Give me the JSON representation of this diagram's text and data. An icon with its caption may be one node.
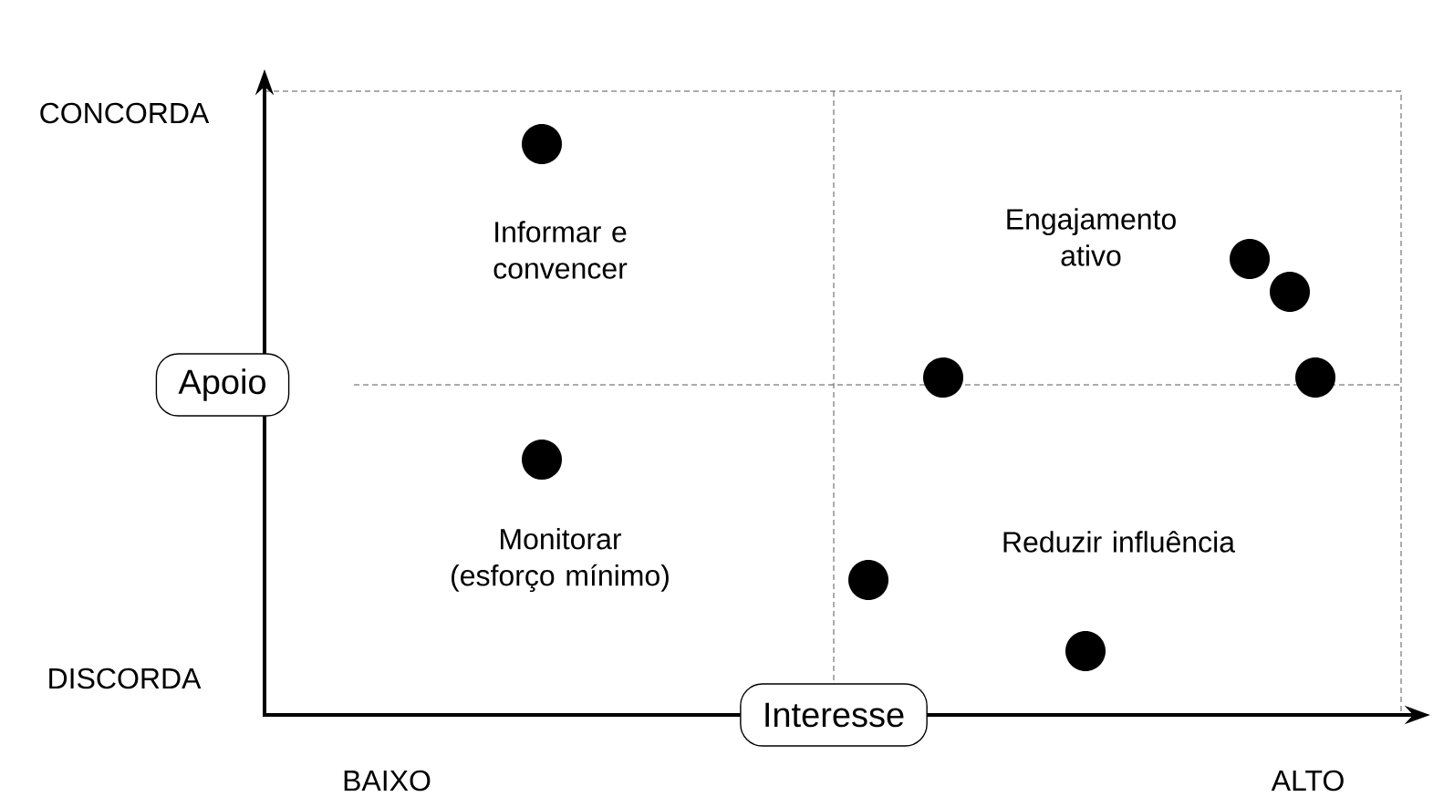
{
  "diagram": {
    "nodes": [
      {
        "text": [
          "Apoio"
        ]
      },
      {
        "text": [
          "Interesse"
        ]
      }
    ],
    "labels": [
      "CONCORDA",
      "Informar e convencer",
      "Engajamento ativo",
      "Monitorar (esforço mínimo)",
      "Reduzir influência",
      "DISCORDA",
      "BAIXO",
      "ALTO"
    ]
  }
}
